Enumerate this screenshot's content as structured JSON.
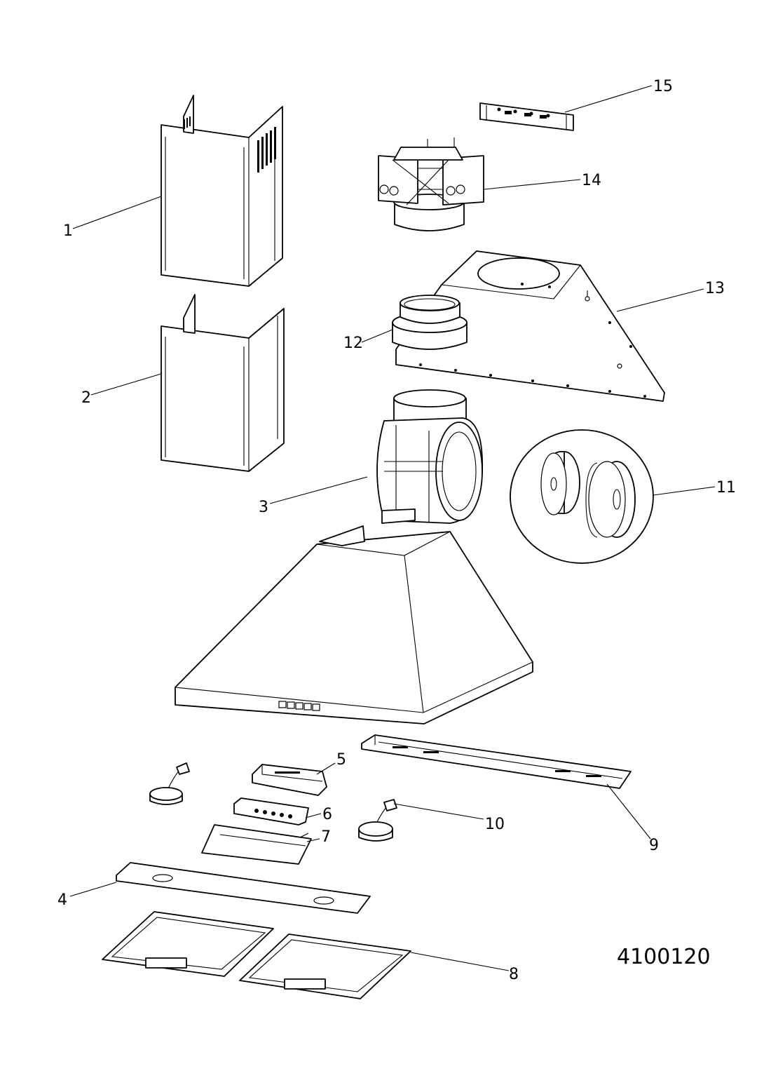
{
  "diagram": {
    "drawing_number": "4100120",
    "callouts": {
      "c1": "1",
      "c2": "2",
      "c3": "3",
      "c4": "4",
      "c5": "5",
      "c6": "6",
      "c7": "7",
      "c8": "8",
      "c9": "9",
      "c10": "10",
      "c11": "11",
      "c12": "12",
      "c13": "13",
      "c14": "14",
      "c15": "15"
    }
  }
}
